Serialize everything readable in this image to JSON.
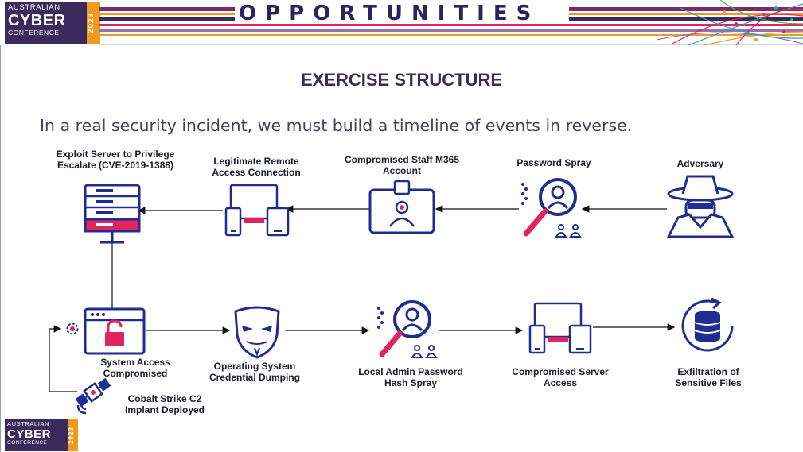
{
  "logo": {
    "line1": "AUSTRALIAN",
    "line2": "CYBER",
    "line3": "CONFERENCE",
    "year": "2023"
  },
  "banner": {
    "title": "OPPORTUNITIES"
  },
  "heading": "EXERCISE STRUCTURE",
  "subtitle": "In a real security incident, we must build a timeline of events in reverse.",
  "nodes": {
    "exploit_server": "Exploit Server to Privilege Escalate (CVE-2019-1388)",
    "remote_access": "Legitimate Remote Access Connection",
    "staff_account": "Compromised Staff M365 Account",
    "password_spray": "Password Spray",
    "adversary": "Adversary",
    "system_access": "System Access Compromised",
    "credential_dumping": "Operating System Credential Dumping",
    "admin_spray": "Local Admin Password Hash Spray",
    "server_access": "Compromised Server Access",
    "exfiltration": "Exfiltration of Sensitive Files",
    "cobalt_strike": "Cobalt Strike C2 Implant Deployed"
  },
  "colors": {
    "navy": "#1e2d8f",
    "pink": "#e0245e",
    "purple": "#3b2a5c",
    "orange": "#f39a1d"
  }
}
